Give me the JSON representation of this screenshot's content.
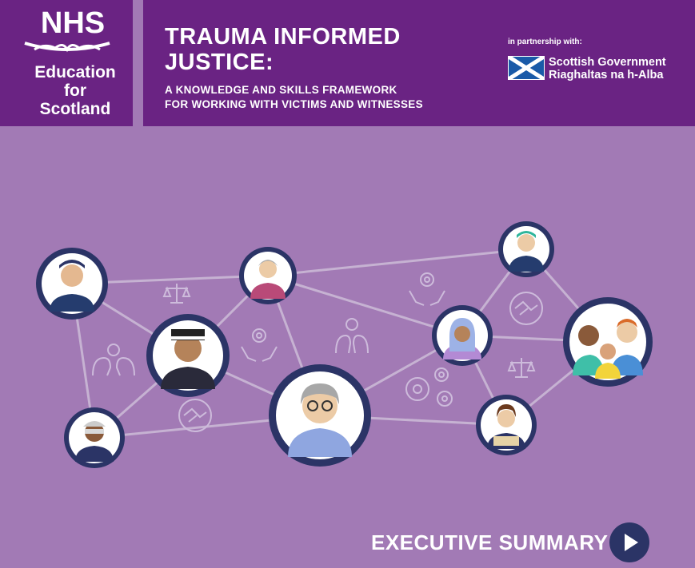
{
  "logo": {
    "brand": "NHS",
    "line1": "Education",
    "line2": "for",
    "line3": "Scotland"
  },
  "title": {
    "line1": "TRAUMA INFORMED",
    "line2": "JUSTICE:"
  },
  "subtitle": {
    "line1": "A KNOWLEDGE AND SKILLS FRAMEWORK",
    "line2": "FOR WORKING WITH VICTIMS AND WITNESSES"
  },
  "partner": {
    "label": "in partnership with:",
    "name_line1": "Scottish Government",
    "name_line2": "Riaghaltas na h-Alba"
  },
  "footer": {
    "executive_summary": "EXECUTIVE SUMMARY"
  },
  "colors": {
    "header_purple": "#6a2383",
    "background_purple": "#a27ab5",
    "navy": "#2b3466"
  },
  "icons": [
    "person-icon",
    "scales-icon",
    "hands-gears-icon",
    "head-lightbulb-icon",
    "handshake-icon",
    "gears-icon",
    "play-icon",
    "saltire-flag-icon"
  ]
}
